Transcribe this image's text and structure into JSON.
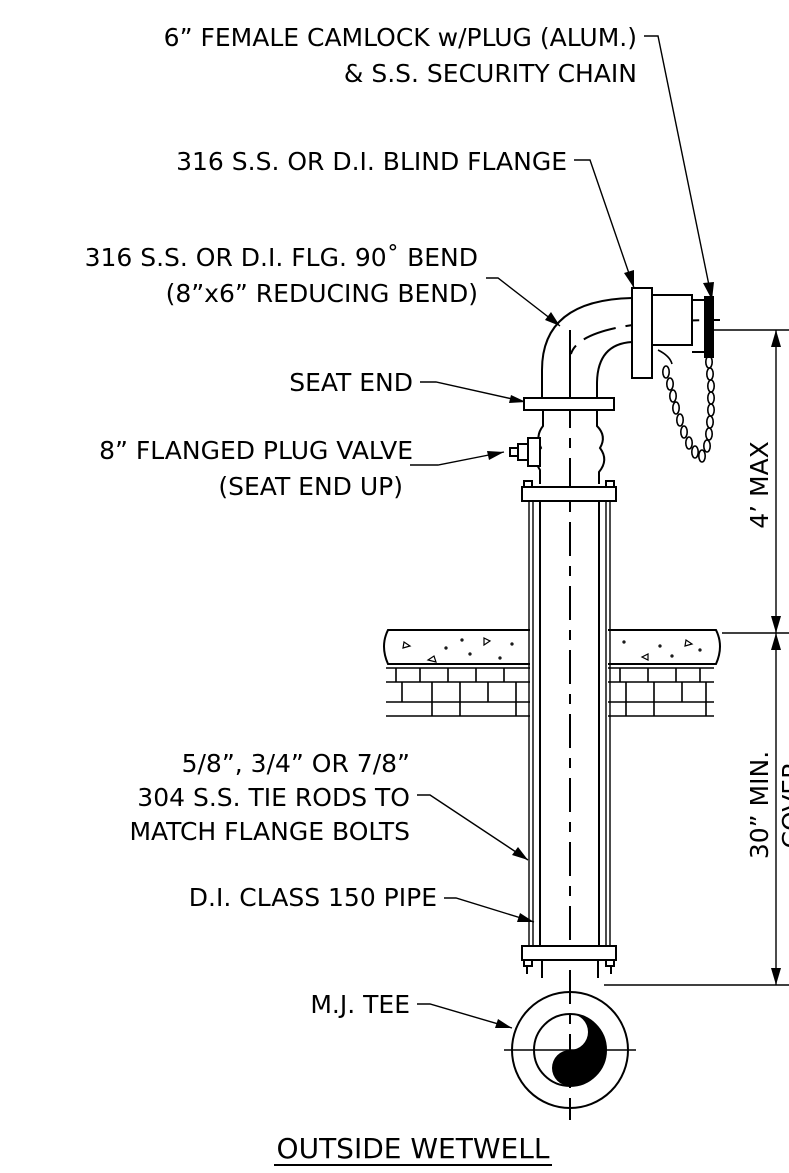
{
  "labels": {
    "camlock_line1": "6” FEMALE CAMLOCK w/PLUG (ALUM.)",
    "camlock_line2": "& S.S. SECURITY CHAIN",
    "blind_flange": "316 S.S. OR D.I. BLIND FLANGE",
    "bend_line1": "316 S.S. OR D.I. FLG. 90˚ BEND",
    "bend_line2": "(8”x6” REDUCING BEND)",
    "seat_end": "SEAT END",
    "valve_line1": "8” FLANGED PLUG VALVE",
    "valve_line2": "(SEAT END UP)",
    "tie_rods_line1": "5/8”, 3/4” OR 7/8”",
    "tie_rods_line2": "304 S.S. TIE RODS TO",
    "tie_rods_line3": "MATCH FLANGE BOLTS",
    "pipe": "D.I. CLASS 150 PIPE",
    "mj_tee": "M.J. TEE"
  },
  "dimensions": {
    "upper": "4’ MAX",
    "lower_line1": "30” MIN.",
    "lower_line2": "COVER"
  },
  "title": "OUTSIDE WETWELL"
}
